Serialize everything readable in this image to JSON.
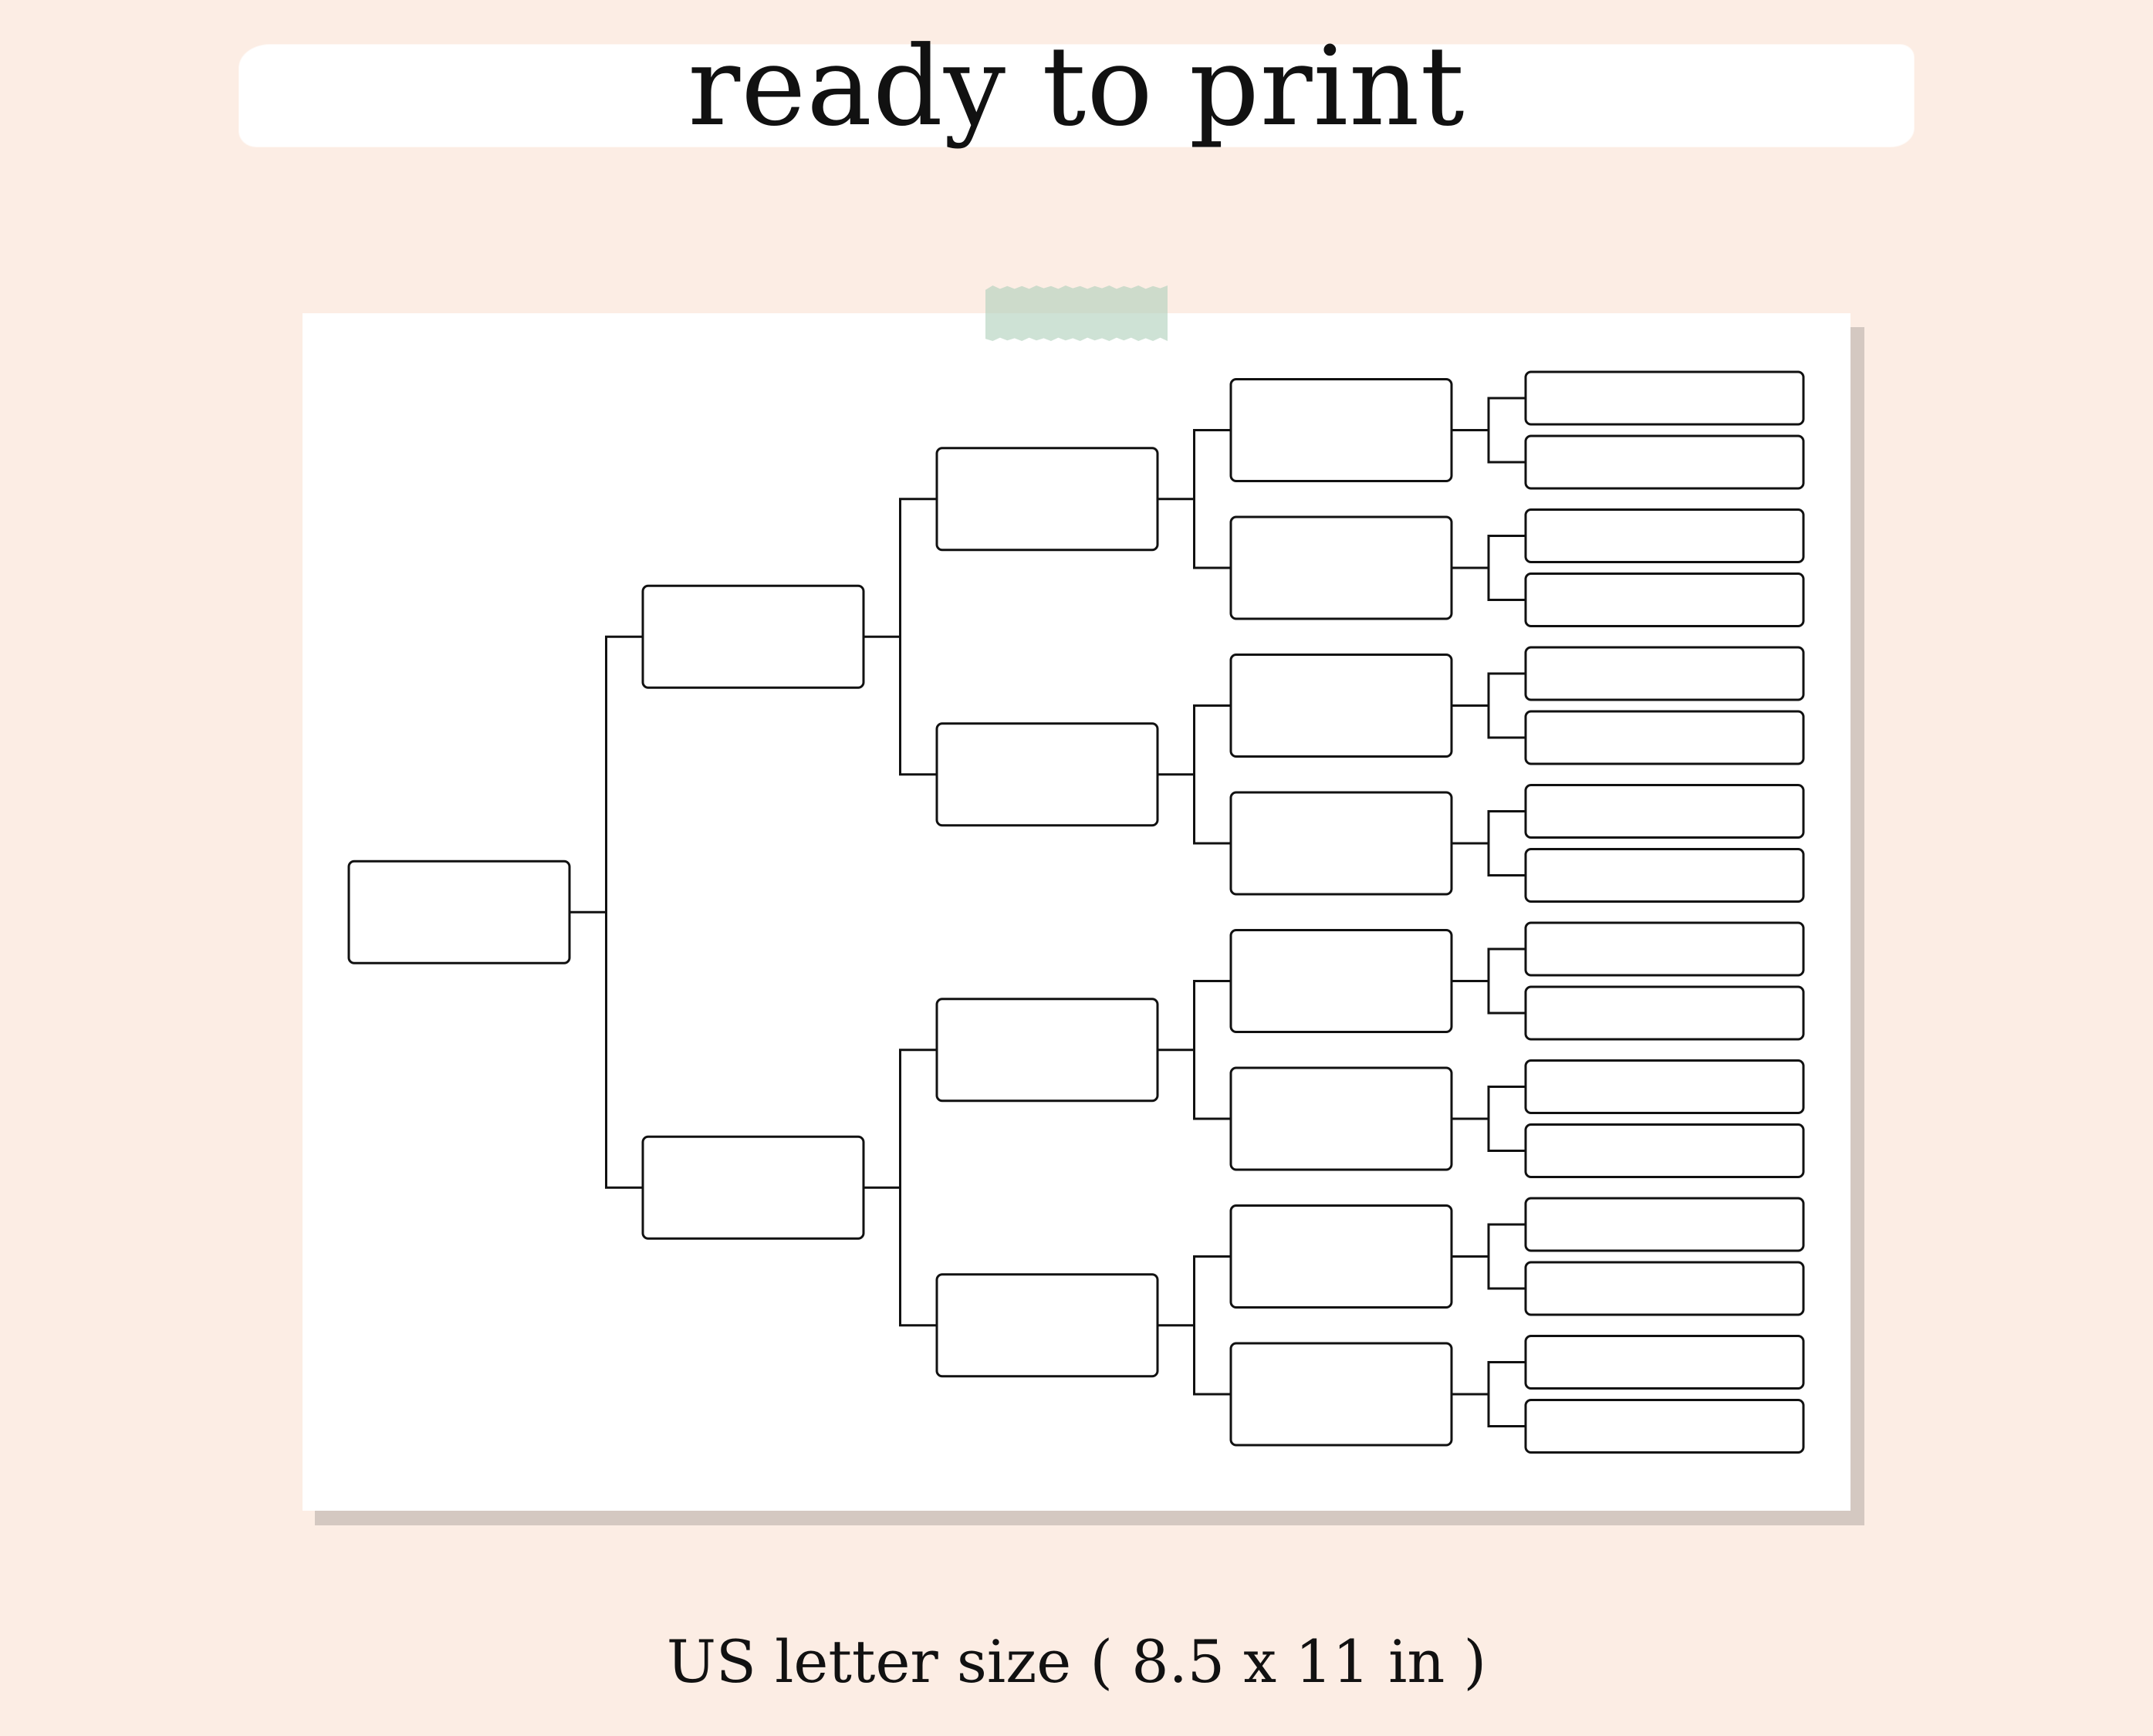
{
  "title": "ready to print",
  "caption": "US letter size ( 8.5 x 11 in )",
  "colors": {
    "background": "#fcede4",
    "paper": "#ffffff",
    "paper_shadow": "#d4c8c1",
    "tape": "#b0d0bc",
    "ink": "#111111"
  },
  "bracket": {
    "generations": 5,
    "boxes_per_generation": [
      1,
      2,
      4,
      8,
      16
    ]
  }
}
